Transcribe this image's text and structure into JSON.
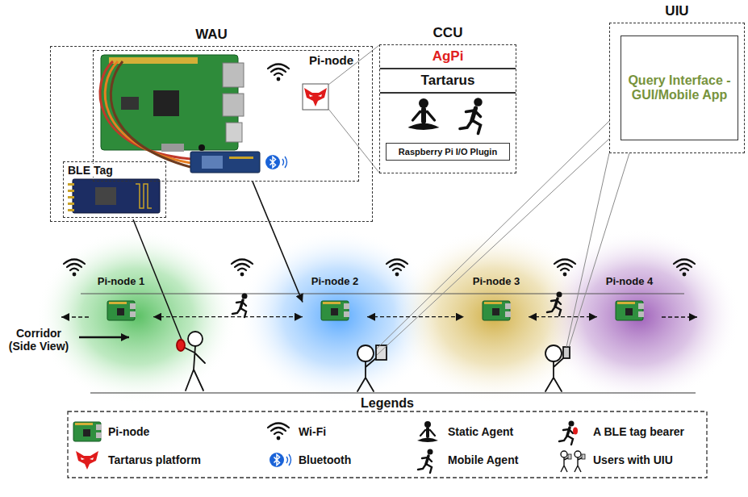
{
  "diagram": {
    "nodes": [
      {
        "text": [
          "WAU"
        ]
      },
      {
        "text": [
          "Pi-node"
        ],
        "in": 0
      },
      {
        "text": [
          "BLE Tag"
        ],
        "in": 0
      },
      {
        "text": [
          "CCU"
        ]
      },
      {
        "text": [
          "AgPi"
        ],
        "in": 3
      },
      {
        "text": [
          "Tartarus"
        ],
        "in": 3
      },
      {
        "text": [
          "Raspberry Pi I/O Plugin"
        ],
        "in": 3
      },
      {
        "text": [
          "UIU"
        ]
      },
      {
        "text": [
          "Query Interface - GUI/Mobile App"
        ],
        "in": 7
      },
      {
        "text": [
          "Pi-node 1"
        ]
      },
      {
        "text": [
          "Pi-node 2"
        ]
      },
      {
        "text": [
          "Pi-node 3"
        ]
      },
      {
        "text": [
          "Pi-node 4"
        ]
      }
    ],
    "edges": [
      {
        "from": 1,
        "to": 10,
        "arrow": "to"
      },
      {
        "from": 9,
        "to": 10,
        "arrow": "both"
      },
      {
        "from": 10,
        "to": 11,
        "arrow": "both"
      },
      {
        "from": 11,
        "to": 12,
        "arrow": "both"
      }
    ],
    "labels": [
      "Corridor (Side View)",
      "Legends"
    ],
    "legend": [
      {
        "text": "Pi-node"
      },
      {
        "text": "Wi-Fi"
      },
      {
        "text": "Static Agent"
      },
      {
        "text": "A BLE tag bearer"
      },
      {
        "text": "Tartarus platform"
      },
      {
        "text": "Bluetooth"
      },
      {
        "text": "Mobile Agent"
      },
      {
        "text": "Users with UIU"
      }
    ]
  }
}
